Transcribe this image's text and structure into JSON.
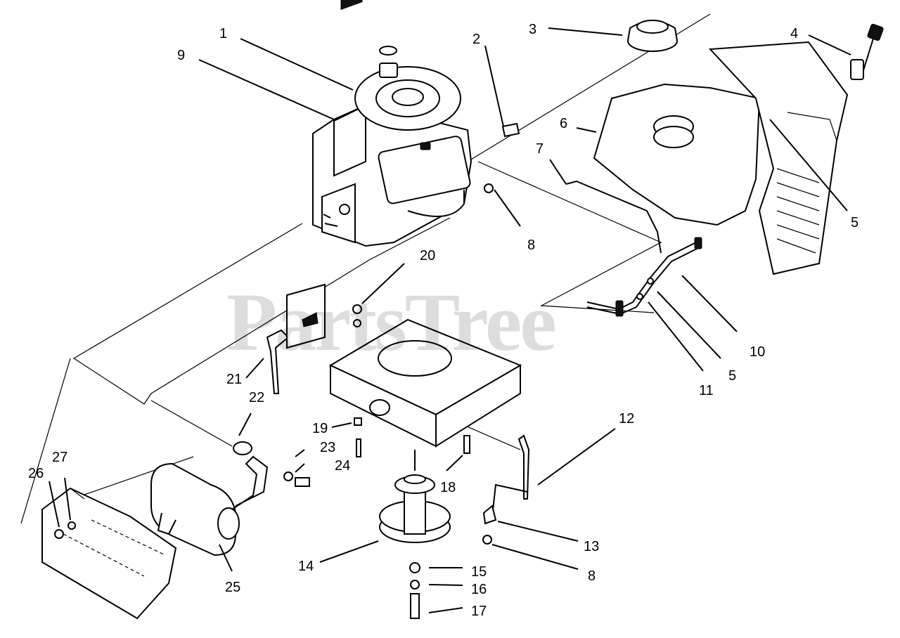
{
  "watermark": "PartsTree",
  "callouts": [
    {
      "id": "c1",
      "text": "1"
    },
    {
      "id": "c9",
      "text": "9"
    },
    {
      "id": "c2",
      "text": "2"
    },
    {
      "id": "c3",
      "text": "3"
    },
    {
      "id": "c4",
      "text": "4"
    },
    {
      "id": "c6",
      "text": "6"
    },
    {
      "id": "c7",
      "text": "7"
    },
    {
      "id": "c5a",
      "text": "5"
    },
    {
      "id": "c8a",
      "text": "8"
    },
    {
      "id": "c20",
      "text": "20"
    },
    {
      "id": "c10",
      "text": "10"
    },
    {
      "id": "c5b",
      "text": "5"
    },
    {
      "id": "c11",
      "text": "11"
    },
    {
      "id": "c21",
      "text": "21"
    },
    {
      "id": "c22",
      "text": "22"
    },
    {
      "id": "c12",
      "text": "12"
    },
    {
      "id": "c19",
      "text": "19"
    },
    {
      "id": "c23",
      "text": "23"
    },
    {
      "id": "c24",
      "text": "24"
    },
    {
      "id": "c18",
      "text": "18"
    },
    {
      "id": "c27",
      "text": "27"
    },
    {
      "id": "c26",
      "text": "26"
    },
    {
      "id": "c13",
      "text": "13"
    },
    {
      "id": "c14",
      "text": "14"
    },
    {
      "id": "c8b",
      "text": "8"
    },
    {
      "id": "c15",
      "text": "15"
    },
    {
      "id": "c16",
      "text": "16"
    },
    {
      "id": "c25",
      "text": "25"
    },
    {
      "id": "c17",
      "text": "17"
    }
  ]
}
